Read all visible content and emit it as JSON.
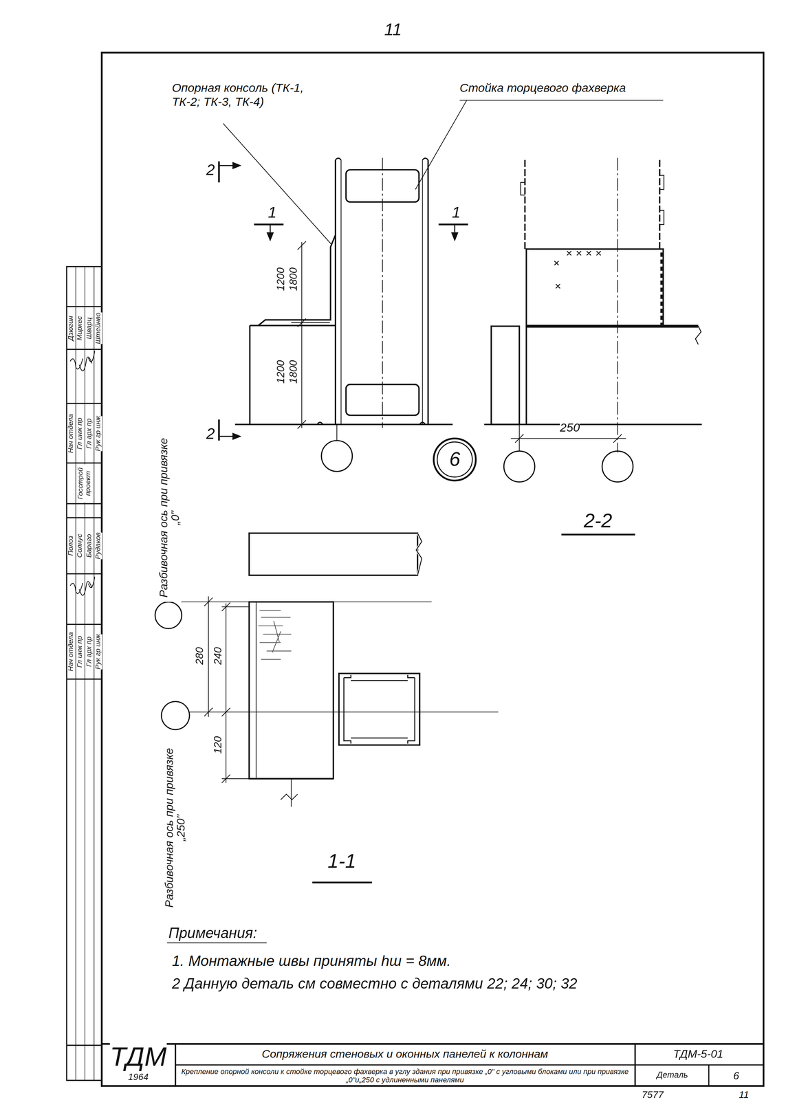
{
  "diagram": {
    "nodes": [
      {
        "text": [
          "6"
        ]
      }
    ],
    "labels": [
      "11",
      "Опорная консоль (ТК-1, ТК-2; ТК-3, ТК-4)",
      "Стойка торцевого фахверка",
      "2",
      "1",
      "1",
      "2",
      "1200",
      "1800",
      "1200",
      "1800",
      "250",
      "2-2",
      "Разбивочная ось при привязке „0\"",
      "280",
      "240",
      "120",
      "Разбивочная ось при привязке „250\"",
      "1-1",
      "Примечания:",
      "1. Монтажные швы приняты hш = 8мм.",
      "2 Данную деталь см совместно с деталями 22; 24; 30; 32",
      "ТДМ",
      "1964",
      "Сопряжения стеновых и оконных панелей к колоннам",
      "Крепление опорной консоли к стойке торцевого фахверка в углу здания при привязке „0\" с угловыми блоками или при привязке „0\"и„250 с удлиненными панелями",
      "ТДМ-5-01",
      "Деталь",
      "6",
      "7577",
      "11",
      "Дзюгин",
      "Миркес",
      "Шварц",
      "Штейнво",
      "Нач отдела",
      "Гл инж пр",
      "Гл арх пр",
      "Рук гр инж",
      "Госстрой проект",
      "Полоз",
      "Солнус",
      "Бараго",
      "Рудаков",
      "Нач отдела",
      "Гл инж пр",
      "Гл арх пр",
      "Рук гр инж"
    ]
  }
}
